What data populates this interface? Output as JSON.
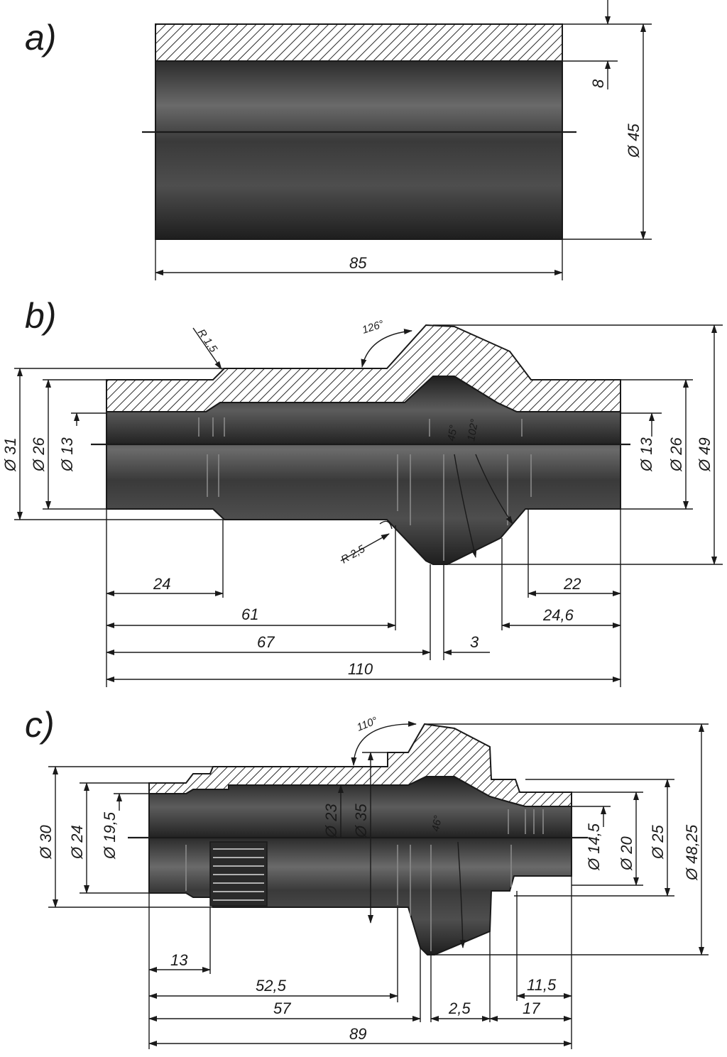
{
  "panels": {
    "a": {
      "label": "a)",
      "dims": {
        "wall": "8",
        "dia": "Ø 45",
        "length": "85"
      }
    },
    "b": {
      "label": "b)",
      "dims": {
        "radius1": "R 1,5",
        "radius2": "R 2,5",
        "angle_outer": "126°",
        "angle_45": "45°",
        "angle_102": "102°",
        "dia_left_31": "Ø 31",
        "dia_left_26": "Ø 26",
        "dia_left_13": "Ø 13",
        "dia_right_13": "Ø 13",
        "dia_right_26": "Ø 26",
        "dia_right_49": "Ø 49",
        "len_24": "24",
        "len_61": "61",
        "len_67": "67",
        "len_110": "110",
        "len_22": "22",
        "len_24_6": "24,6",
        "len_3": "3"
      }
    },
    "c": {
      "label": "c)",
      "dims": {
        "angle_110": "110°",
        "angle_46": "46°",
        "dia_30": "Ø 30",
        "dia_24": "Ø 24",
        "dia_19_5": "Ø 19,5",
        "dia_23": "Ø 23",
        "dia_35": "Ø 35",
        "dia_14_5": "Ø 14,5",
        "dia_20": "Ø 20",
        "dia_25": "Ø 25",
        "dia_48_25": "Ø 48,25",
        "len_13": "13",
        "len_52_5": "52,5",
        "len_57": "57",
        "len_89": "89",
        "len_2_5": "2,5",
        "len_17": "17",
        "len_11_5": "11,5"
      }
    }
  }
}
